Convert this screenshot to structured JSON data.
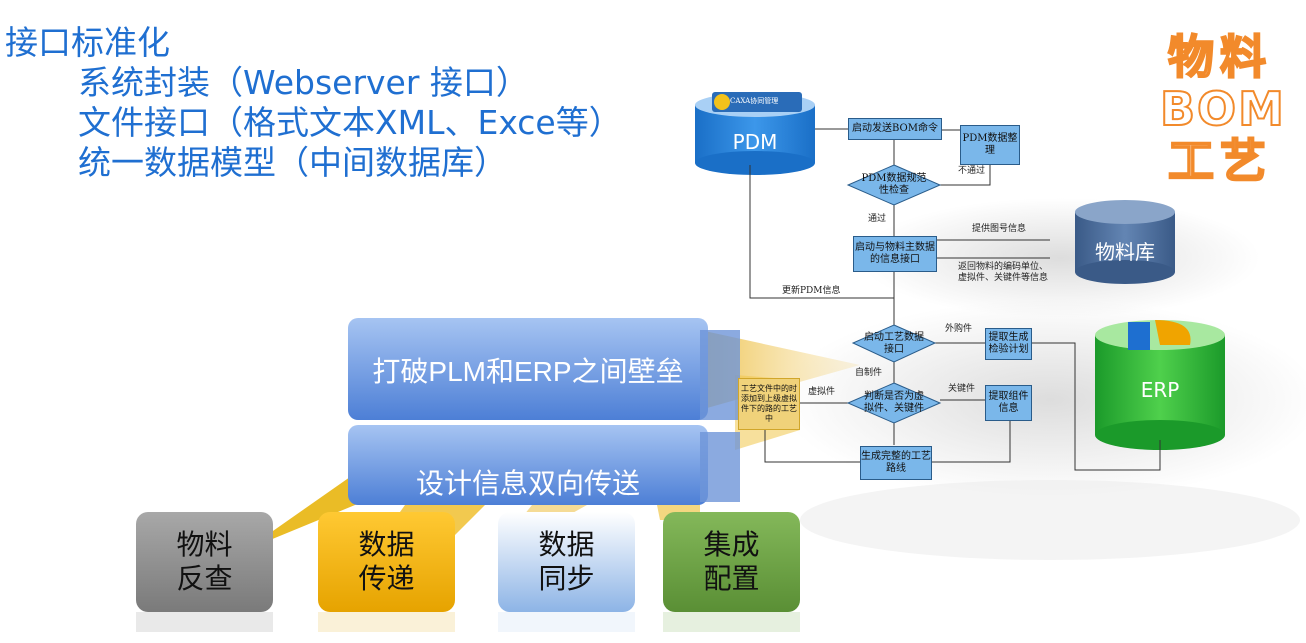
{
  "heading": {
    "main": "接口标准化",
    "items": [
      "系统封装（Webserver 接口）",
      "文件接口（格式文本XML、Exce等）",
      "统一数据模型（中间数据库）"
    ]
  },
  "side_words": [
    "物料",
    "BOM",
    "工艺"
  ],
  "databases": {
    "pdm": "PDM",
    "pdm_logo": "CAXA协同管理",
    "material": "物料库",
    "erp": "ERP"
  },
  "flow": {
    "start": "启动发送BOM命令",
    "pdm_fix": "PDM数据整理",
    "check": "PDM数据规范性检查",
    "fail": "不通过",
    "pass": "通过",
    "interface": "启动与物料主数据的信息接口",
    "provide": "提供图号信息",
    "return": "返回物料的编码单位、虚拟件、关键件等信息",
    "update": "更新PDM信息",
    "process_iface": "启动工艺数据接口",
    "outsourced": "外购件",
    "inspection": "提取生成检验计划",
    "self_made": "自制件",
    "judge": "判断是否为虚拟件、关键件",
    "virtual": "虚拟件",
    "virtual_note": "工艺文件中的时添加到上级虚拟件下的路的工艺中",
    "key_part": "关键件",
    "extract": "提取组件信息",
    "route": "生成完整的工艺路线"
  },
  "bands": {
    "top": "打破PLM和ERP之间壁垒",
    "bottom": "设计信息双向传送"
  },
  "tiles": [
    {
      "line1": "物料",
      "line2": "反查",
      "color": "#8c8c8c"
    },
    {
      "line1": "数据",
      "line2": "传递",
      "color": "#f2b400"
    },
    {
      "line1": "数据",
      "line2": "同步",
      "color": "#a9c8ee"
    },
    {
      "line1": "集成",
      "line2": "配置",
      "color": "#6ea043"
    }
  ]
}
